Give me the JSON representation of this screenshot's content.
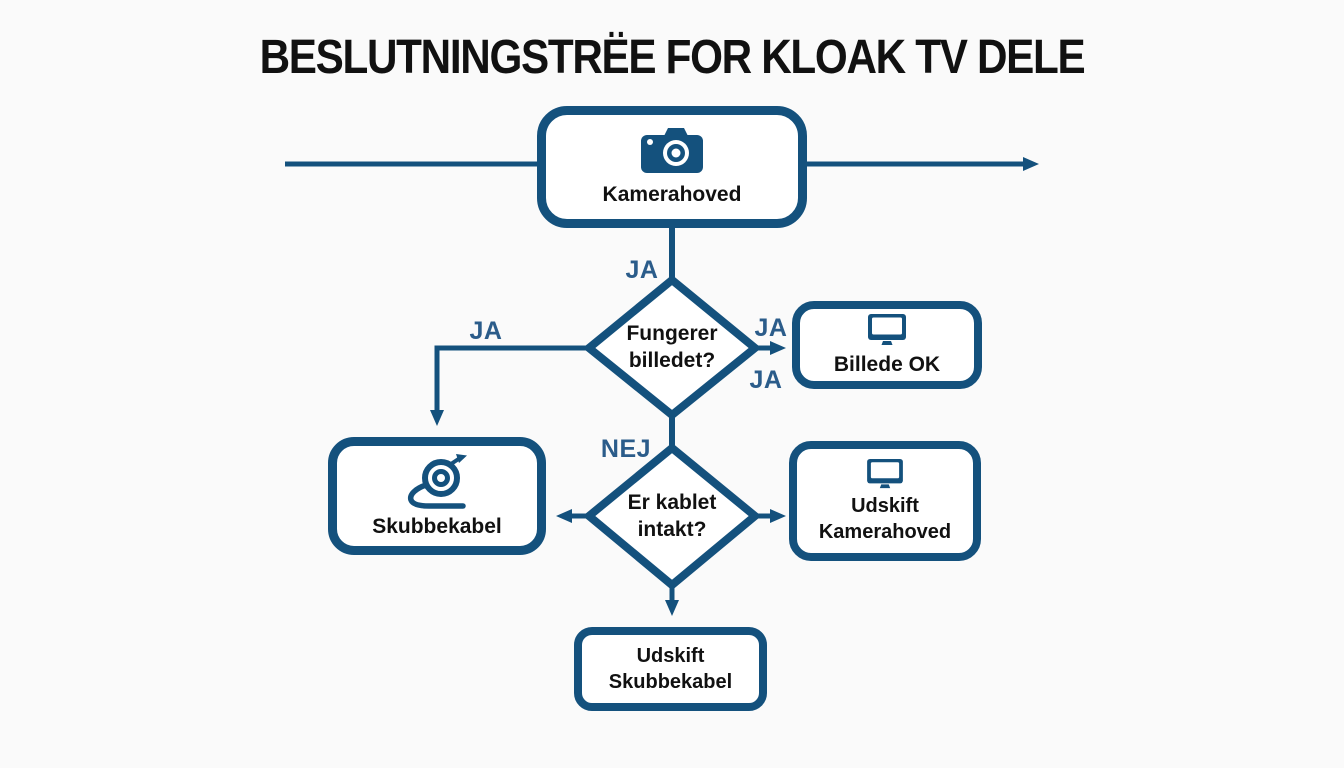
{
  "title": "BESLUTNINGSTRËE FOR KLOAK TV DELE",
  "colors": {
    "line": "#14517D",
    "label": "#2B5C8A",
    "text": "#111111",
    "background": "#FAFAFA",
    "box_fill": "#FFFFFF"
  },
  "nodes": {
    "kamerahoved": {
      "label": "Kamerahoved",
      "icon": "camera-icon"
    },
    "decision_billede": {
      "line1": "Fungerer",
      "line2": "billedet?"
    },
    "billede_ok": {
      "label": "Billede OK",
      "icon": "monitor-icon"
    },
    "skubbekabel": {
      "label": "Skubbekabel",
      "icon": "cable-coil-icon"
    },
    "decision_kabel": {
      "line1": "Er kablet",
      "line2": "intakt?"
    },
    "udskift_kamerahoved": {
      "line1": "Udskift",
      "line2": "Kamerahoved",
      "icon": "monitor-icon"
    },
    "udskift_skubbekabel": {
      "line1": "Udskift",
      "line2": "Skubbekabel"
    }
  },
  "edge_labels": {
    "ja_top": "JA",
    "ja_left": "JA",
    "ja_right_upper": "JA",
    "ja_right_lower": "JA",
    "nej": "NEJ"
  }
}
